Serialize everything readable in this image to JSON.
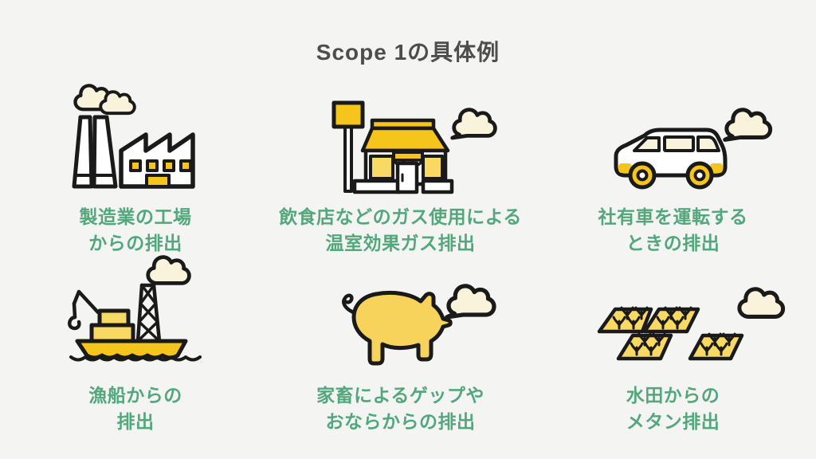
{
  "title": "Scope 1の具体例",
  "colors": {
    "background": "#F4F4F2",
    "title_text": "#4D4D4D",
    "label_text": "#53A77D",
    "icon_outline": "#1A1A1A",
    "icon_yellow_strong": "#F5C51C",
    "icon_yellow_mid": "#F8D964",
    "icon_cream": "#FAF3DC"
  },
  "items": [
    {
      "id": "factory",
      "icon": "factory-icon",
      "label_lines": [
        "製造業の工場",
        "からの排出"
      ]
    },
    {
      "id": "restaurant",
      "icon": "restaurant-icon",
      "label_lines": [
        "飲食店などのガス使用による",
        "温室効果ガス排出"
      ]
    },
    {
      "id": "company-car",
      "icon": "company-car-icon",
      "label_lines": [
        "社有車を運転する",
        "ときの排出"
      ]
    },
    {
      "id": "fishing-boat",
      "icon": "fishing-boat-icon",
      "label_lines": [
        "漁船からの",
        "排出"
      ]
    },
    {
      "id": "livestock",
      "icon": "pig-icon",
      "label_lines": [
        "家畜によるゲップや",
        "おならからの排出"
      ]
    },
    {
      "id": "rice-paddy",
      "icon": "rice-paddy-icon",
      "label_lines": [
        "水田からの",
        "メタン排出"
      ]
    }
  ]
}
